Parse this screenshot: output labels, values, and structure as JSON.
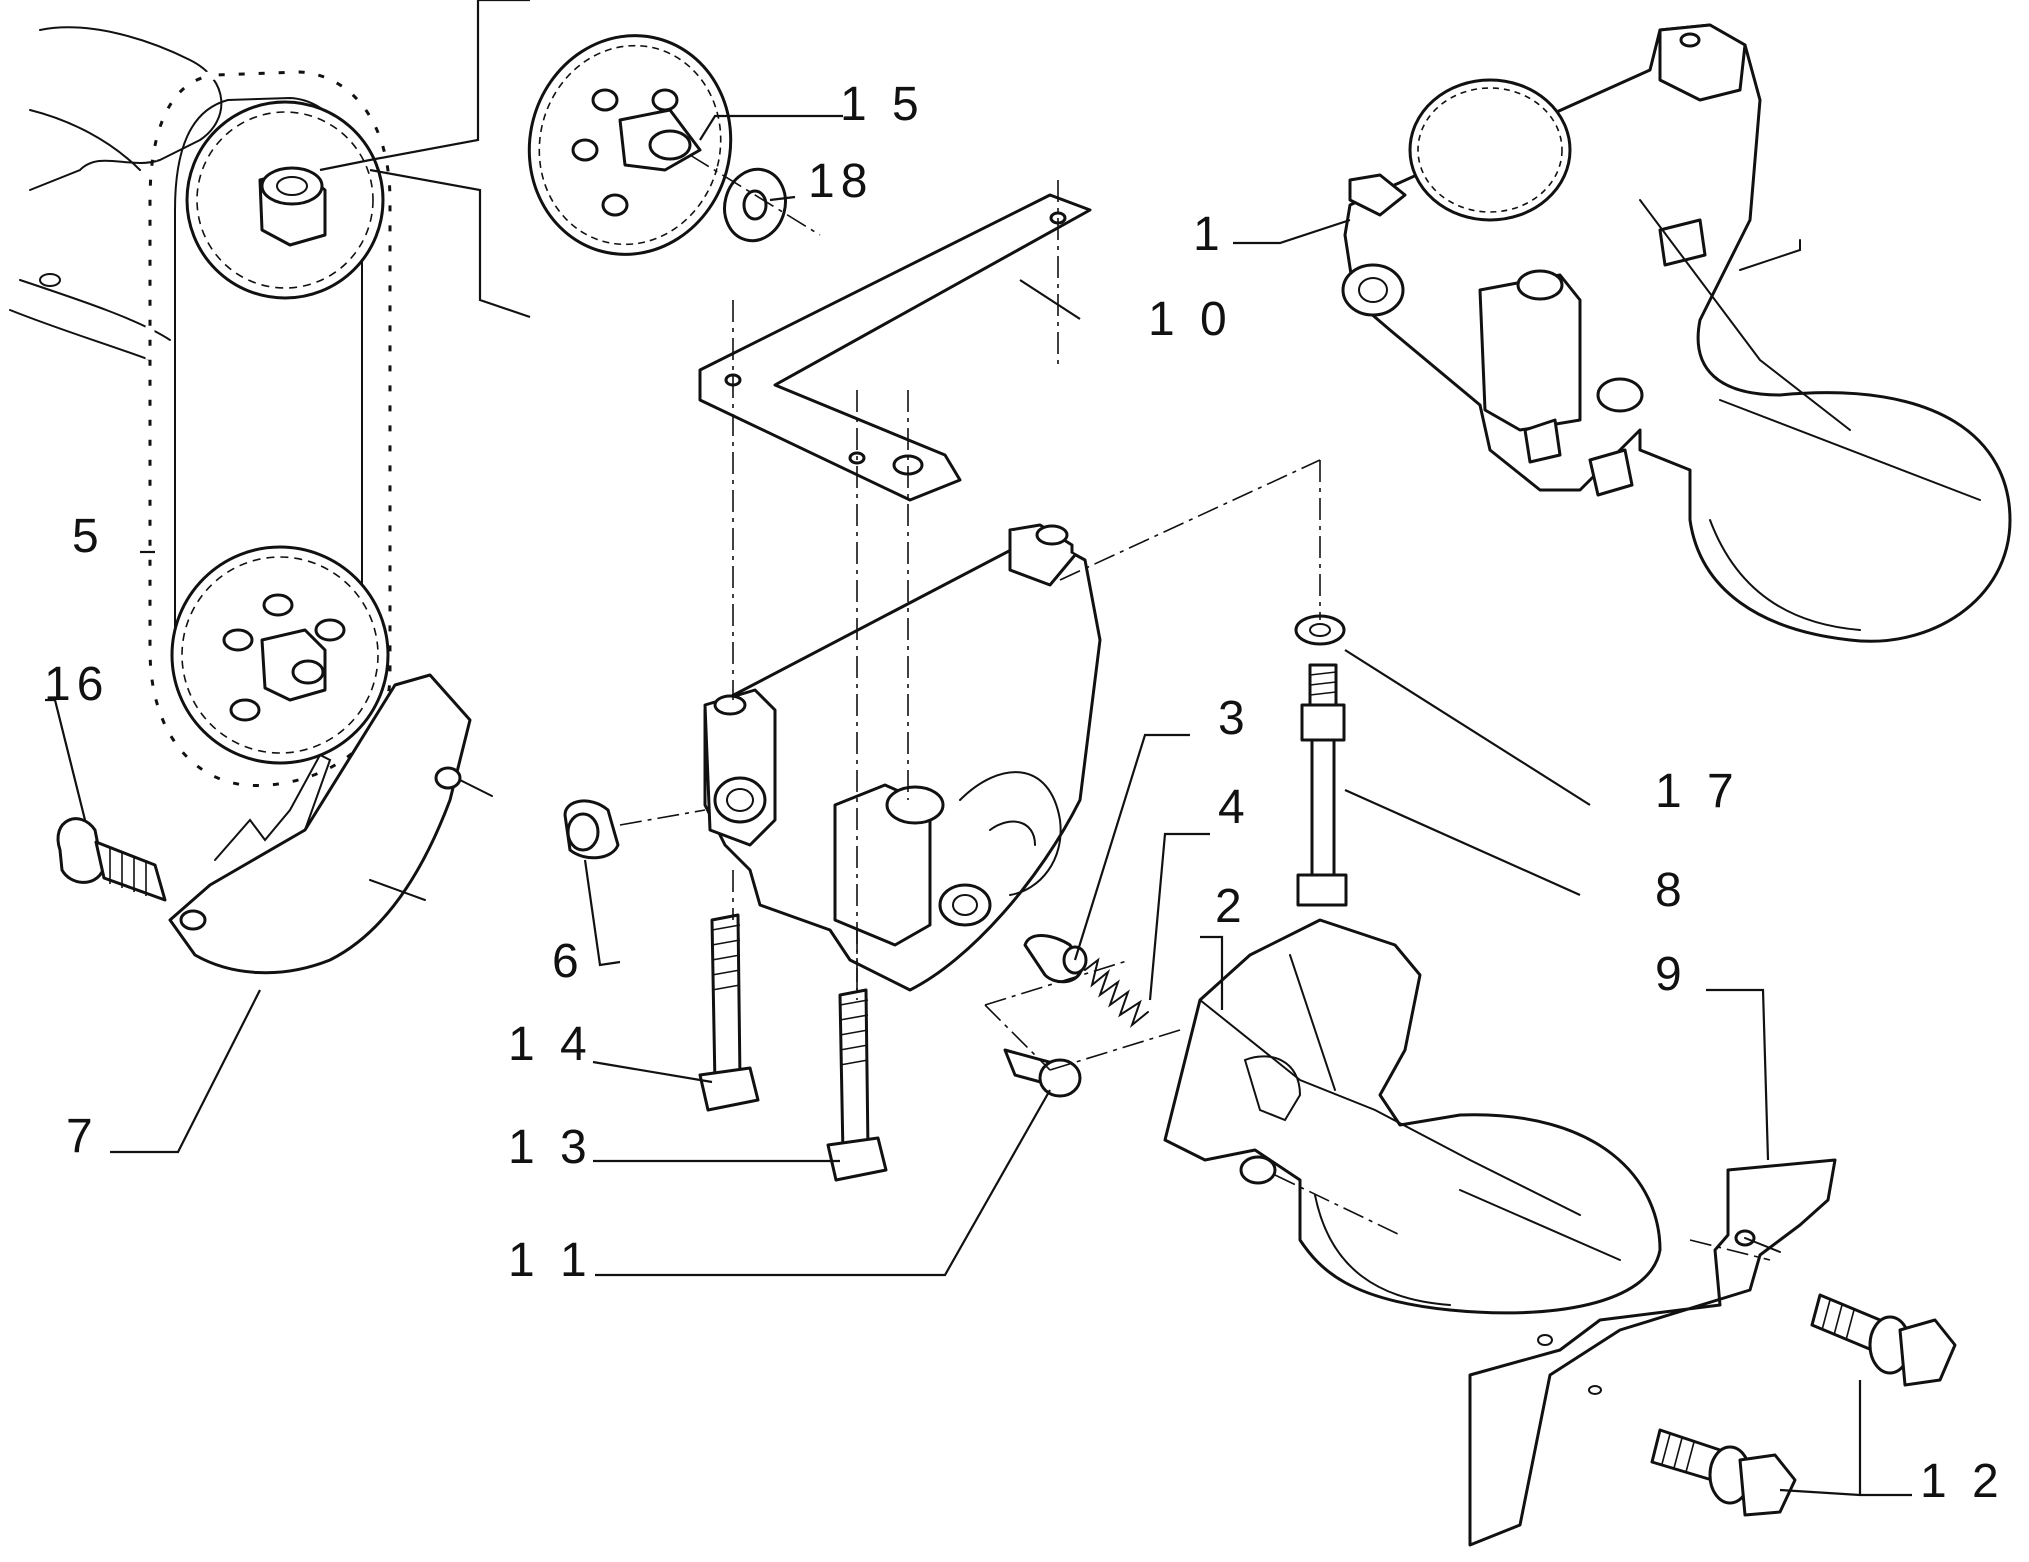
{
  "diagram": {
    "line_color": "#111111",
    "background": "#ffffff",
    "callouts": [
      {
        "id": "1",
        "label": "1"
      },
      {
        "id": "2",
        "label": "2"
      },
      {
        "id": "3",
        "label": "3"
      },
      {
        "id": "4",
        "label": "4"
      },
      {
        "id": "5",
        "label": "5"
      },
      {
        "id": "6",
        "label": "6"
      },
      {
        "id": "7",
        "label": "7"
      },
      {
        "id": "8",
        "label": "8"
      },
      {
        "id": "9",
        "label": "9"
      },
      {
        "id": "10",
        "label": "1 0"
      },
      {
        "id": "11",
        "label": "1 1"
      },
      {
        "id": "12",
        "label": "1 2"
      },
      {
        "id": "13",
        "label": "1 3"
      },
      {
        "id": "14",
        "label": "1 4"
      },
      {
        "id": "15",
        "label": "1 5"
      },
      {
        "id": "16",
        "label": "16"
      },
      {
        "id": "17",
        "label": "1 7"
      },
      {
        "id": "18",
        "label": "18"
      }
    ]
  }
}
